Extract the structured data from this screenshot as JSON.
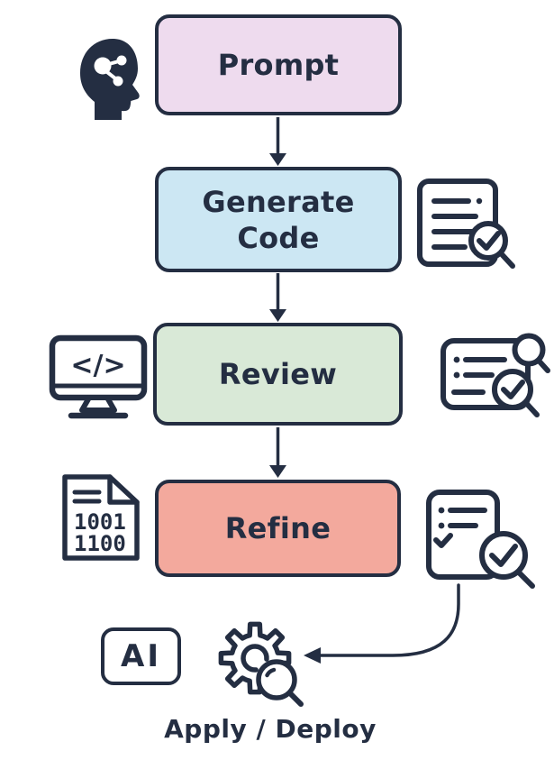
{
  "colors": {
    "outline": "#242e42",
    "background": "#ffffff",
    "node_fills": {
      "prompt": "#eedbee",
      "generate_code": "#cce7f3",
      "review": "#d9e9d7",
      "refine": "#f3a99d"
    }
  },
  "diagram": {
    "nodes": [
      {
        "id": "prompt",
        "label": "Prompt"
      },
      {
        "id": "generate_code",
        "label": "Generate Code"
      },
      {
        "id": "review",
        "label": "Review"
      },
      {
        "id": "refine",
        "label": "Refine"
      }
    ],
    "final_step_label": "Apply / Deploy",
    "ai_badge_label": "AI",
    "monitor_code_glyph": "</>",
    "binary_file_lines": [
      "1001",
      "1100"
    ],
    "icons": {
      "head_network": "human-head-with-neural-network",
      "document_check": "document-with-check-magnifier",
      "monitor_code": "monitor-with-code-brackets",
      "checklist_search": "checklist-with-search-and-check-magnifiers",
      "binary_file": "binary-code-file",
      "checklist_verified": "checklist-with-check-magnifier",
      "ai_chip": "ai-badge",
      "gear_search": "gear-with-magnifier"
    }
  }
}
